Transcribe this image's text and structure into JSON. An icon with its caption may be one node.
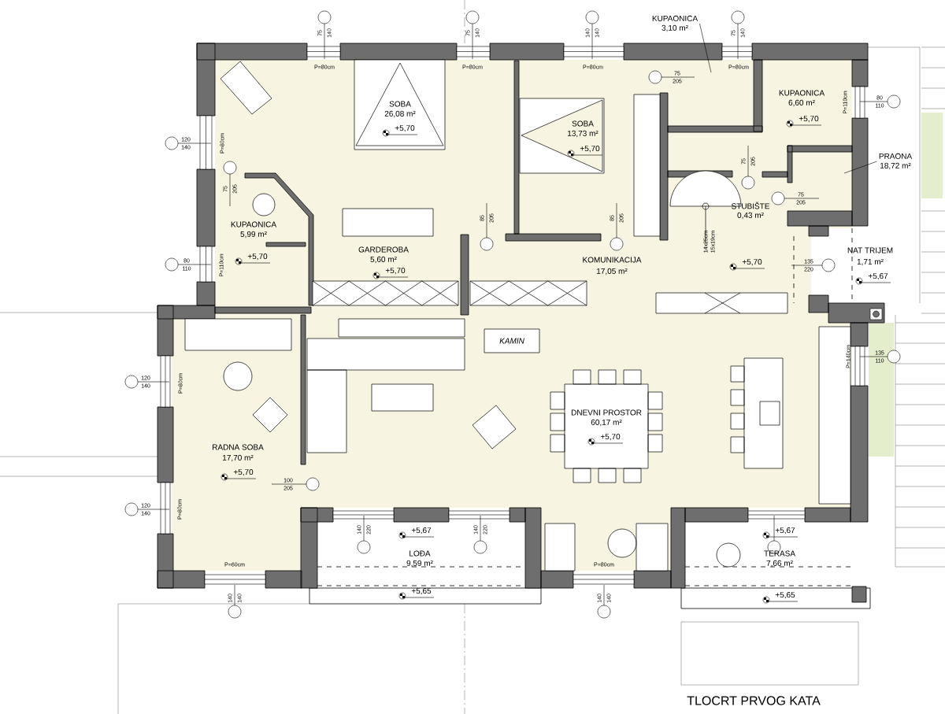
{
  "diagram": {
    "title": "TLOCRT PRVOG KATA",
    "nodes": [
      {
        "text": [
          "KUPAONICA",
          "3,10 m²"
        ]
      },
      {
        "text": [
          "PRAONA",
          "18,72 m²"
        ]
      }
    ],
    "edges": [
      {
        "from": 0,
        "to": null,
        "arrow": "none"
      },
      {
        "from": 1,
        "to": null,
        "arrow": "none"
      }
    ],
    "labels": [
      "75",
      "140",
      "P=80cm",
      "75",
      "140",
      "P=80cm",
      "140",
      "140",
      "P=80cm",
      "75",
      "140",
      "P=80cm",
      "75",
      "205",
      "SOBA",
      "26,08 m²",
      "+5,70",
      "KUPAONICA",
      "6,60 m²",
      "+5,70",
      "80",
      "110",
      "P=110cm",
      "SOBA",
      "13,73 m²",
      "+5,70",
      "120",
      "140",
      "P=80cm",
      "75",
      "205",
      "75",
      "205",
      "75",
      "205",
      "85",
      "205",
      "85",
      "205",
      "STUBIŠTE",
      "0,43 m²",
      "KUPAONICA",
      "5,99 m²",
      "14x25cm",
      "15x19cm",
      "GARDEROBA",
      "5,60 m²",
      "NAT TRIJEM",
      "1,71 m²",
      "+5,70",
      "80",
      "110",
      "P=110cm",
      "KOMUNIKACIJA",
      "17,05 m²",
      "+5,70",
      "135",
      "220",
      "+5,70",
      "+5,67",
      "KAMIN",
      "135",
      "110",
      "P=140cm",
      "120",
      "140",
      "P=80cm",
      "DNEVNI PROSTOR",
      "60,17 m²",
      "+5,70",
      "RADNA SOBA",
      "17,70 m²",
      "+5,70",
      "100",
      "205",
      "120",
      "140",
      "P=80cm",
      "+5,67",
      "+5,67",
      "140",
      "220",
      "140",
      "220",
      "LOĐA",
      "9,59 m²",
      "TERASA",
      "7,66 m²",
      "P=60cm",
      "P=80cm",
      "+5,65",
      "+5,65",
      "140",
      "140",
      "140",
      "140"
    ]
  }
}
